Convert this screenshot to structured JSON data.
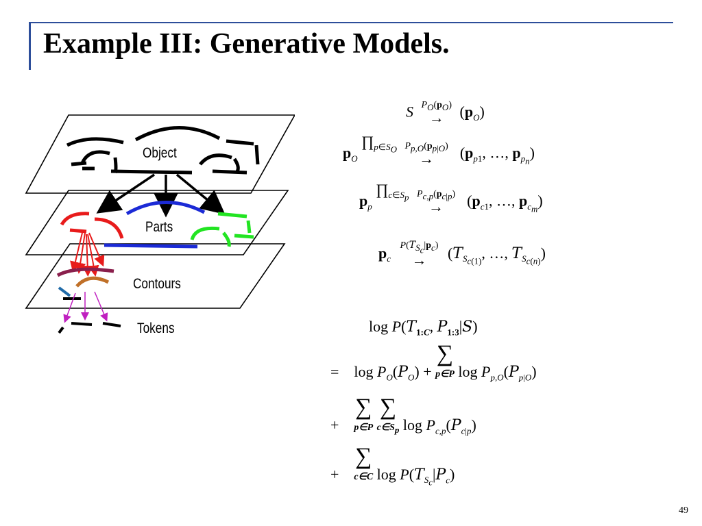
{
  "slide": {
    "title": "Example III: Generative Models.",
    "page_number": "49"
  },
  "diagram": {
    "layers": [
      {
        "label": "Object"
      },
      {
        "label": "Parts"
      },
      {
        "label": "Contours"
      },
      {
        "label": "Tokens"
      }
    ],
    "colors": {
      "object": "#000000",
      "part_red": "#e81b1b",
      "part_blue": "#1b2ad6",
      "part_green": "#22e422",
      "contour_purple": "#8a1f4c",
      "contour_orange": "#c07028",
      "contour_blue": "#1f6aa8",
      "token_arrow": "#c020c0"
    }
  }
}
